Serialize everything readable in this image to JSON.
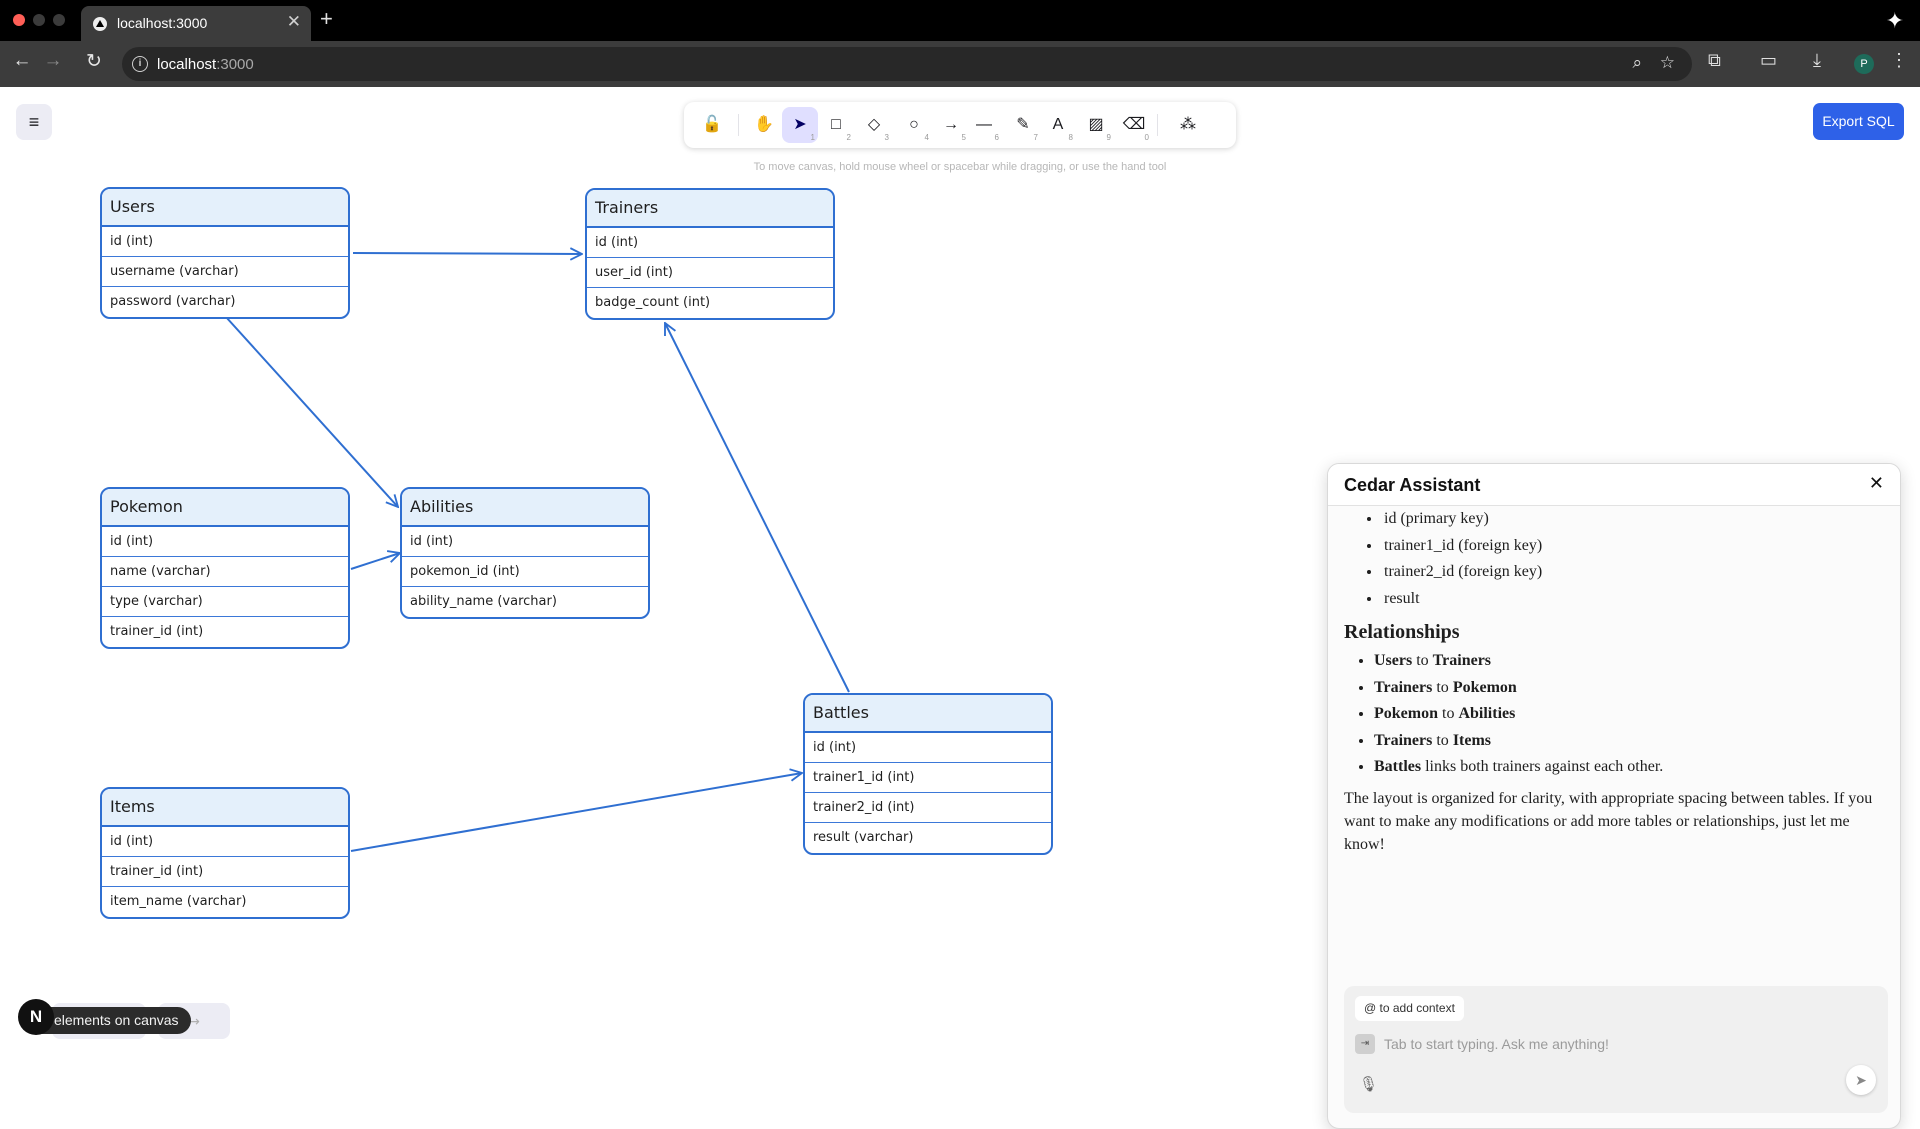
{
  "browser": {
    "tab_title": "localhost:3000",
    "tab_close": "✕",
    "new_tab": "+",
    "url_host": "localhost",
    "url_port": ":3000"
  },
  "app": {
    "menu_icon": "hamburger-icon",
    "tools": [
      {
        "name": "lock",
        "glyph": "🔓",
        "key": ""
      },
      {
        "name": "hand",
        "glyph": "✋",
        "key": ""
      },
      {
        "name": "selection",
        "glyph": "➤",
        "key": "1"
      },
      {
        "name": "rectangle",
        "glyph": "□",
        "key": "2"
      },
      {
        "name": "diamond",
        "glyph": "◇",
        "key": "3"
      },
      {
        "name": "ellipse",
        "glyph": "○",
        "key": "4"
      },
      {
        "name": "arrow",
        "glyph": "→",
        "key": "5"
      },
      {
        "name": "line",
        "glyph": "—",
        "key": "6"
      },
      {
        "name": "draw",
        "glyph": "✎",
        "key": "7"
      },
      {
        "name": "text",
        "glyph": "A",
        "key": "8"
      },
      {
        "name": "image",
        "glyph": "▨",
        "key": "9"
      },
      {
        "name": "eraser",
        "glyph": "⌫",
        "key": "0"
      },
      {
        "name": "more",
        "glyph": "⁂",
        "key": ""
      }
    ],
    "canvas_hint": "To move canvas, hold mouse wheel or spacebar while dragging, or use the hand tool",
    "export_label": "Export SQL",
    "redo_glyph": "↪",
    "n_badge": "N",
    "canvas_count": "elements on canvas"
  },
  "tables": {
    "users": {
      "name": "Users",
      "rows": [
        "id (int)",
        "username (varchar)",
        "password (varchar)"
      ]
    },
    "trainers": {
      "name": "Trainers",
      "rows": [
        "id (int)",
        "user_id (int)",
        "badge_count (int)"
      ]
    },
    "pokemon": {
      "name": "Pokemon",
      "rows": [
        "id (int)",
        "name (varchar)",
        "type (varchar)",
        "trainer_id (int)"
      ]
    },
    "abilities": {
      "name": "Abilities",
      "rows": [
        "id (int)",
        "pokemon_id (int)",
        "ability_name (varchar)"
      ]
    },
    "battles": {
      "name": "Battles",
      "rows": [
        "id (int)",
        "trainer1_id (int)",
        "trainer2_id (int)",
        "result (varchar)"
      ]
    },
    "items": {
      "name": "Items",
      "rows": [
        "id (int)",
        "trainer_id (int)",
        "item_name (varchar)"
      ]
    }
  },
  "diagram_colors": {
    "stroke": "#2f6fd1",
    "header_fill": "#e4f0fb"
  },
  "assistant": {
    "title": "Cedar Assistant",
    "close": "✕",
    "fields": [
      "id (primary key)",
      "trainer1_id (foreign key)",
      "trainer2_id (foreign key)",
      "result"
    ],
    "relationships_heading": "Relationships",
    "relationships": [
      {
        "a": "Users",
        "mid": " to ",
        "b": "Trainers"
      },
      {
        "a": "Trainers",
        "mid": " to ",
        "b": "Pokemon"
      },
      {
        "a": "Pokemon",
        "mid": " to ",
        "b": "Abilities"
      },
      {
        "a": "Trainers",
        "mid": " to ",
        "b": "Items"
      },
      {
        "a": "Battles",
        "mid": " links both trainers against each other.",
        "b": ""
      }
    ],
    "outro": "The layout is organized for clarity, with appropriate spacing between tables. If you want to make any modifications or add more tables or relationships, just let me know!",
    "context_chip": "@ to add context",
    "tab_key": "⇥",
    "input_placeholder": "Tab to start typing. Ask me anything!",
    "mic_icon": "microphone-icon",
    "send_icon": "send-icon"
  }
}
